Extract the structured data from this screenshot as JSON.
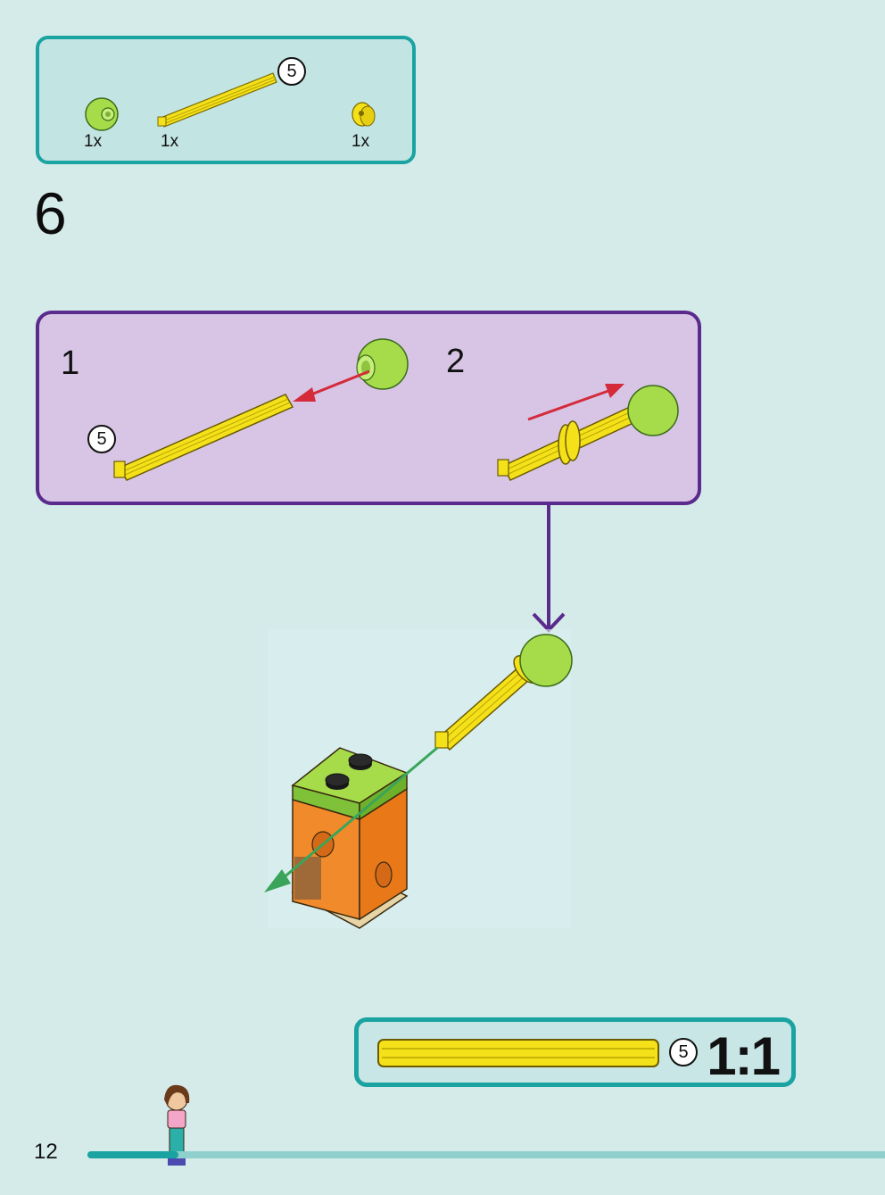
{
  "parts_list": {
    "items": [
      {
        "name": "lime ball joint",
        "qty": "1x"
      },
      {
        "name": "yellow axle",
        "qty": "1x",
        "length_badge": "5"
      },
      {
        "name": "yellow bush",
        "qty": "1x"
      }
    ]
  },
  "step": {
    "number": "6"
  },
  "sub_steps": {
    "step1": {
      "label": "1",
      "length_badge": "5"
    },
    "step2": {
      "label": "2"
    }
  },
  "scale_reference": {
    "length_badge": "5",
    "ratio_label": "1:1"
  },
  "page": {
    "number": "12"
  },
  "colors": {
    "background": "#d5ebea",
    "teal_frame": "#1aa3a0",
    "purple_frame": "#5a2a8c",
    "purple_fill": "#d8c5e5",
    "axle_yellow": "#f5e11a",
    "ball_lime": "#a6dc4a",
    "brick_orange": "#f08a2a",
    "arrow_red": "#d42a3a",
    "arrow_green": "#3aa55a"
  }
}
